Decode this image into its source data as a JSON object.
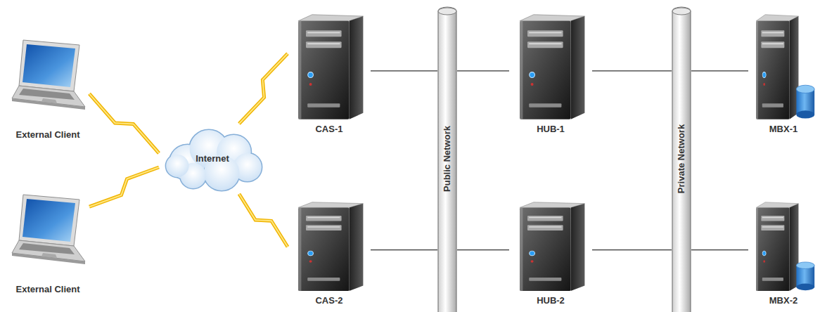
{
  "diagram": {
    "nodes": [
      {
        "text": [
          "External Client"
        ]
      },
      {
        "text": [
          "External Client"
        ]
      },
      {
        "text": [
          "Internet"
        ]
      },
      {
        "text": [
          "CAS-1"
        ]
      },
      {
        "text": [
          "CAS-2"
        ]
      },
      {
        "text": [
          "Public Network"
        ]
      },
      {
        "text": [
          "HUB-1"
        ]
      },
      {
        "text": [
          "HUB-2"
        ]
      },
      {
        "text": [
          "Private Network"
        ]
      },
      {
        "text": [
          "MBX-1"
        ]
      },
      {
        "text": [
          "MBX-2"
        ]
      }
    ],
    "edges": [
      {
        "from": 0,
        "to": 2,
        "arrow": "none"
      },
      {
        "from": 1,
        "to": 2,
        "arrow": "none"
      },
      {
        "from": 2,
        "to": 3,
        "arrow": "none"
      },
      {
        "from": 2,
        "to": 4,
        "arrow": "none"
      },
      {
        "from": 3,
        "to": 5,
        "arrow": "none"
      },
      {
        "from": 4,
        "to": 5,
        "arrow": "none"
      },
      {
        "from": 5,
        "to": 6,
        "arrow": "none"
      },
      {
        "from": 5,
        "to": 7,
        "arrow": "none"
      },
      {
        "from": 6,
        "to": 8,
        "arrow": "none"
      },
      {
        "from": 7,
        "to": 8,
        "arrow": "none"
      },
      {
        "from": 8,
        "to": 9,
        "arrow": "none"
      },
      {
        "from": 8,
        "to": 10,
        "arrow": "none"
      }
    ]
  }
}
